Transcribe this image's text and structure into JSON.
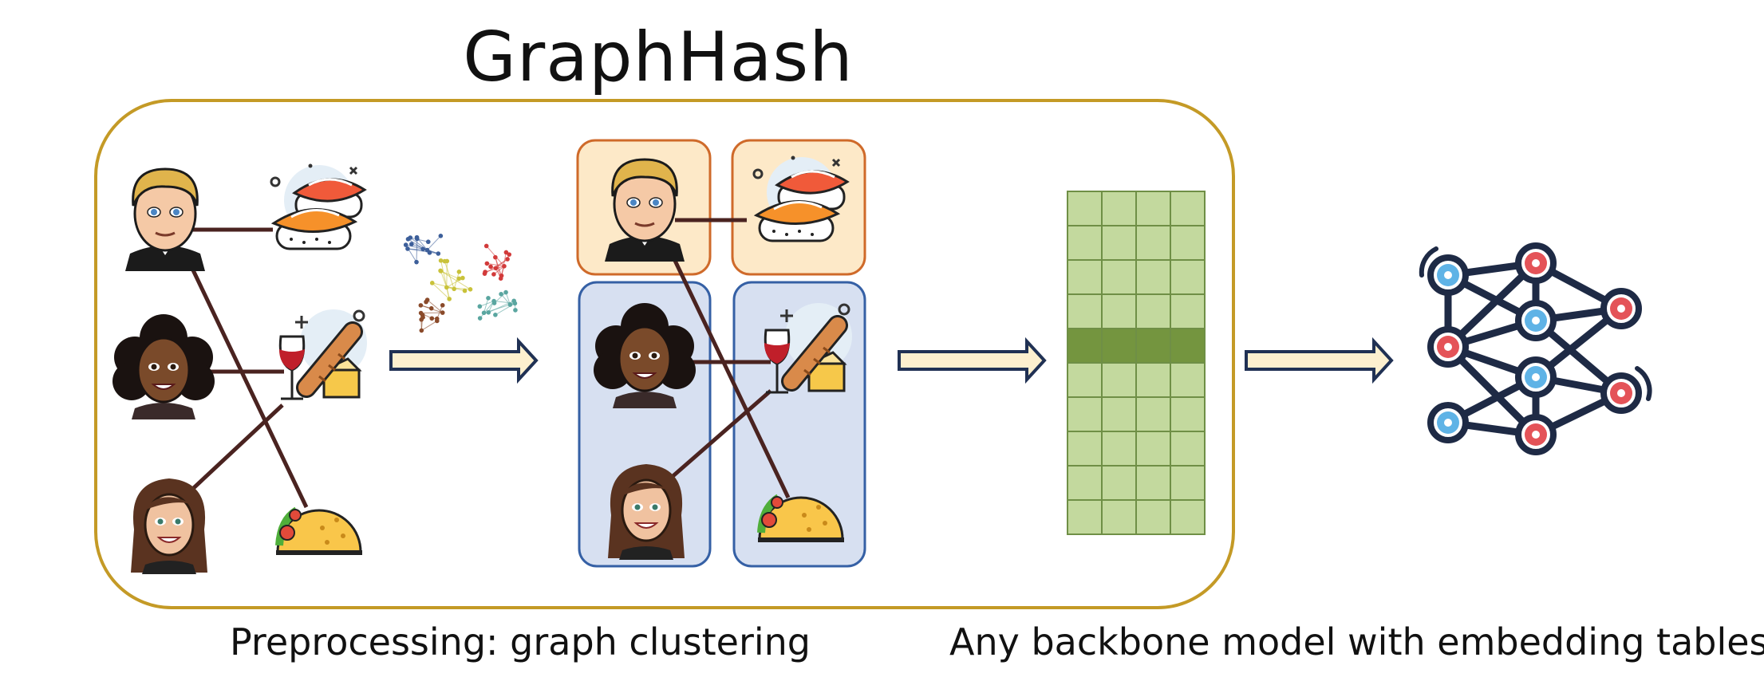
{
  "title": "GraphHash",
  "caption_left": "Preprocessing: graph clustering",
  "caption_right": "Any backbone model with embedding tables",
  "colors": {
    "frame": "#c49a26",
    "edge": "#4a2320",
    "arrow_fill": "#fdf0cf",
    "arrow_stroke": "#203154",
    "cluster_orange_fill": "#fde9c8",
    "cluster_orange_stroke": "#cf6a2a",
    "cluster_blue_fill": "#d7e0f1",
    "cluster_blue_stroke": "#3560a5",
    "table_cell": "#c3d99e",
    "table_highlight": "#74953f",
    "table_line": "#6f8f46",
    "nn_red": "#e45358",
    "nn_blue": "#5fb3e6",
    "nn_edge": "#1e2a45"
  },
  "icons": [
    "user-avatar-blond-man-icon",
    "user-avatar-dark-curly-woman-icon",
    "user-avatar-brown-hair-woman-icon",
    "sushi-icon",
    "wine-bread-cheese-icon",
    "taco-icon",
    "graph-clusters-icon",
    "neural-network-icon"
  ],
  "embedding_table": {
    "rows": 10,
    "cols": 4,
    "highlight_row": 4
  }
}
